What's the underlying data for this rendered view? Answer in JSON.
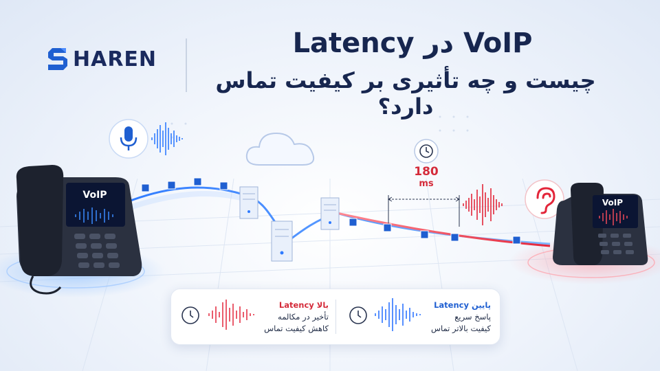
{
  "brand": {
    "logo_text": "HAREN"
  },
  "header": {
    "title_line1": "VoIP در Latency",
    "title_line2": "چیست و چه تأثیری بر کیفیت تماس دارد؟"
  },
  "phones": {
    "left_screen": "VoIP",
    "right_screen": "VoIP"
  },
  "latency_badge": {
    "value": "180",
    "unit": "ms"
  },
  "legend": {
    "high": {
      "title": "بالا Latency",
      "line1": "تأخیر در مکالمه",
      "line2": "کاهش کیفیت تماس"
    },
    "low": {
      "title": "پایین Latency",
      "line1": "پاسخ سریع",
      "line2": "کیفیت بالاتر تماس"
    }
  },
  "colors": {
    "navy": "#17264f",
    "blue": "#1f5fd1",
    "red": "#d42b3a"
  },
  "icons": [
    "microphone-icon",
    "ear-icon",
    "clock-icon",
    "cloud-icon",
    "server-icon",
    "data-packet-icon"
  ]
}
